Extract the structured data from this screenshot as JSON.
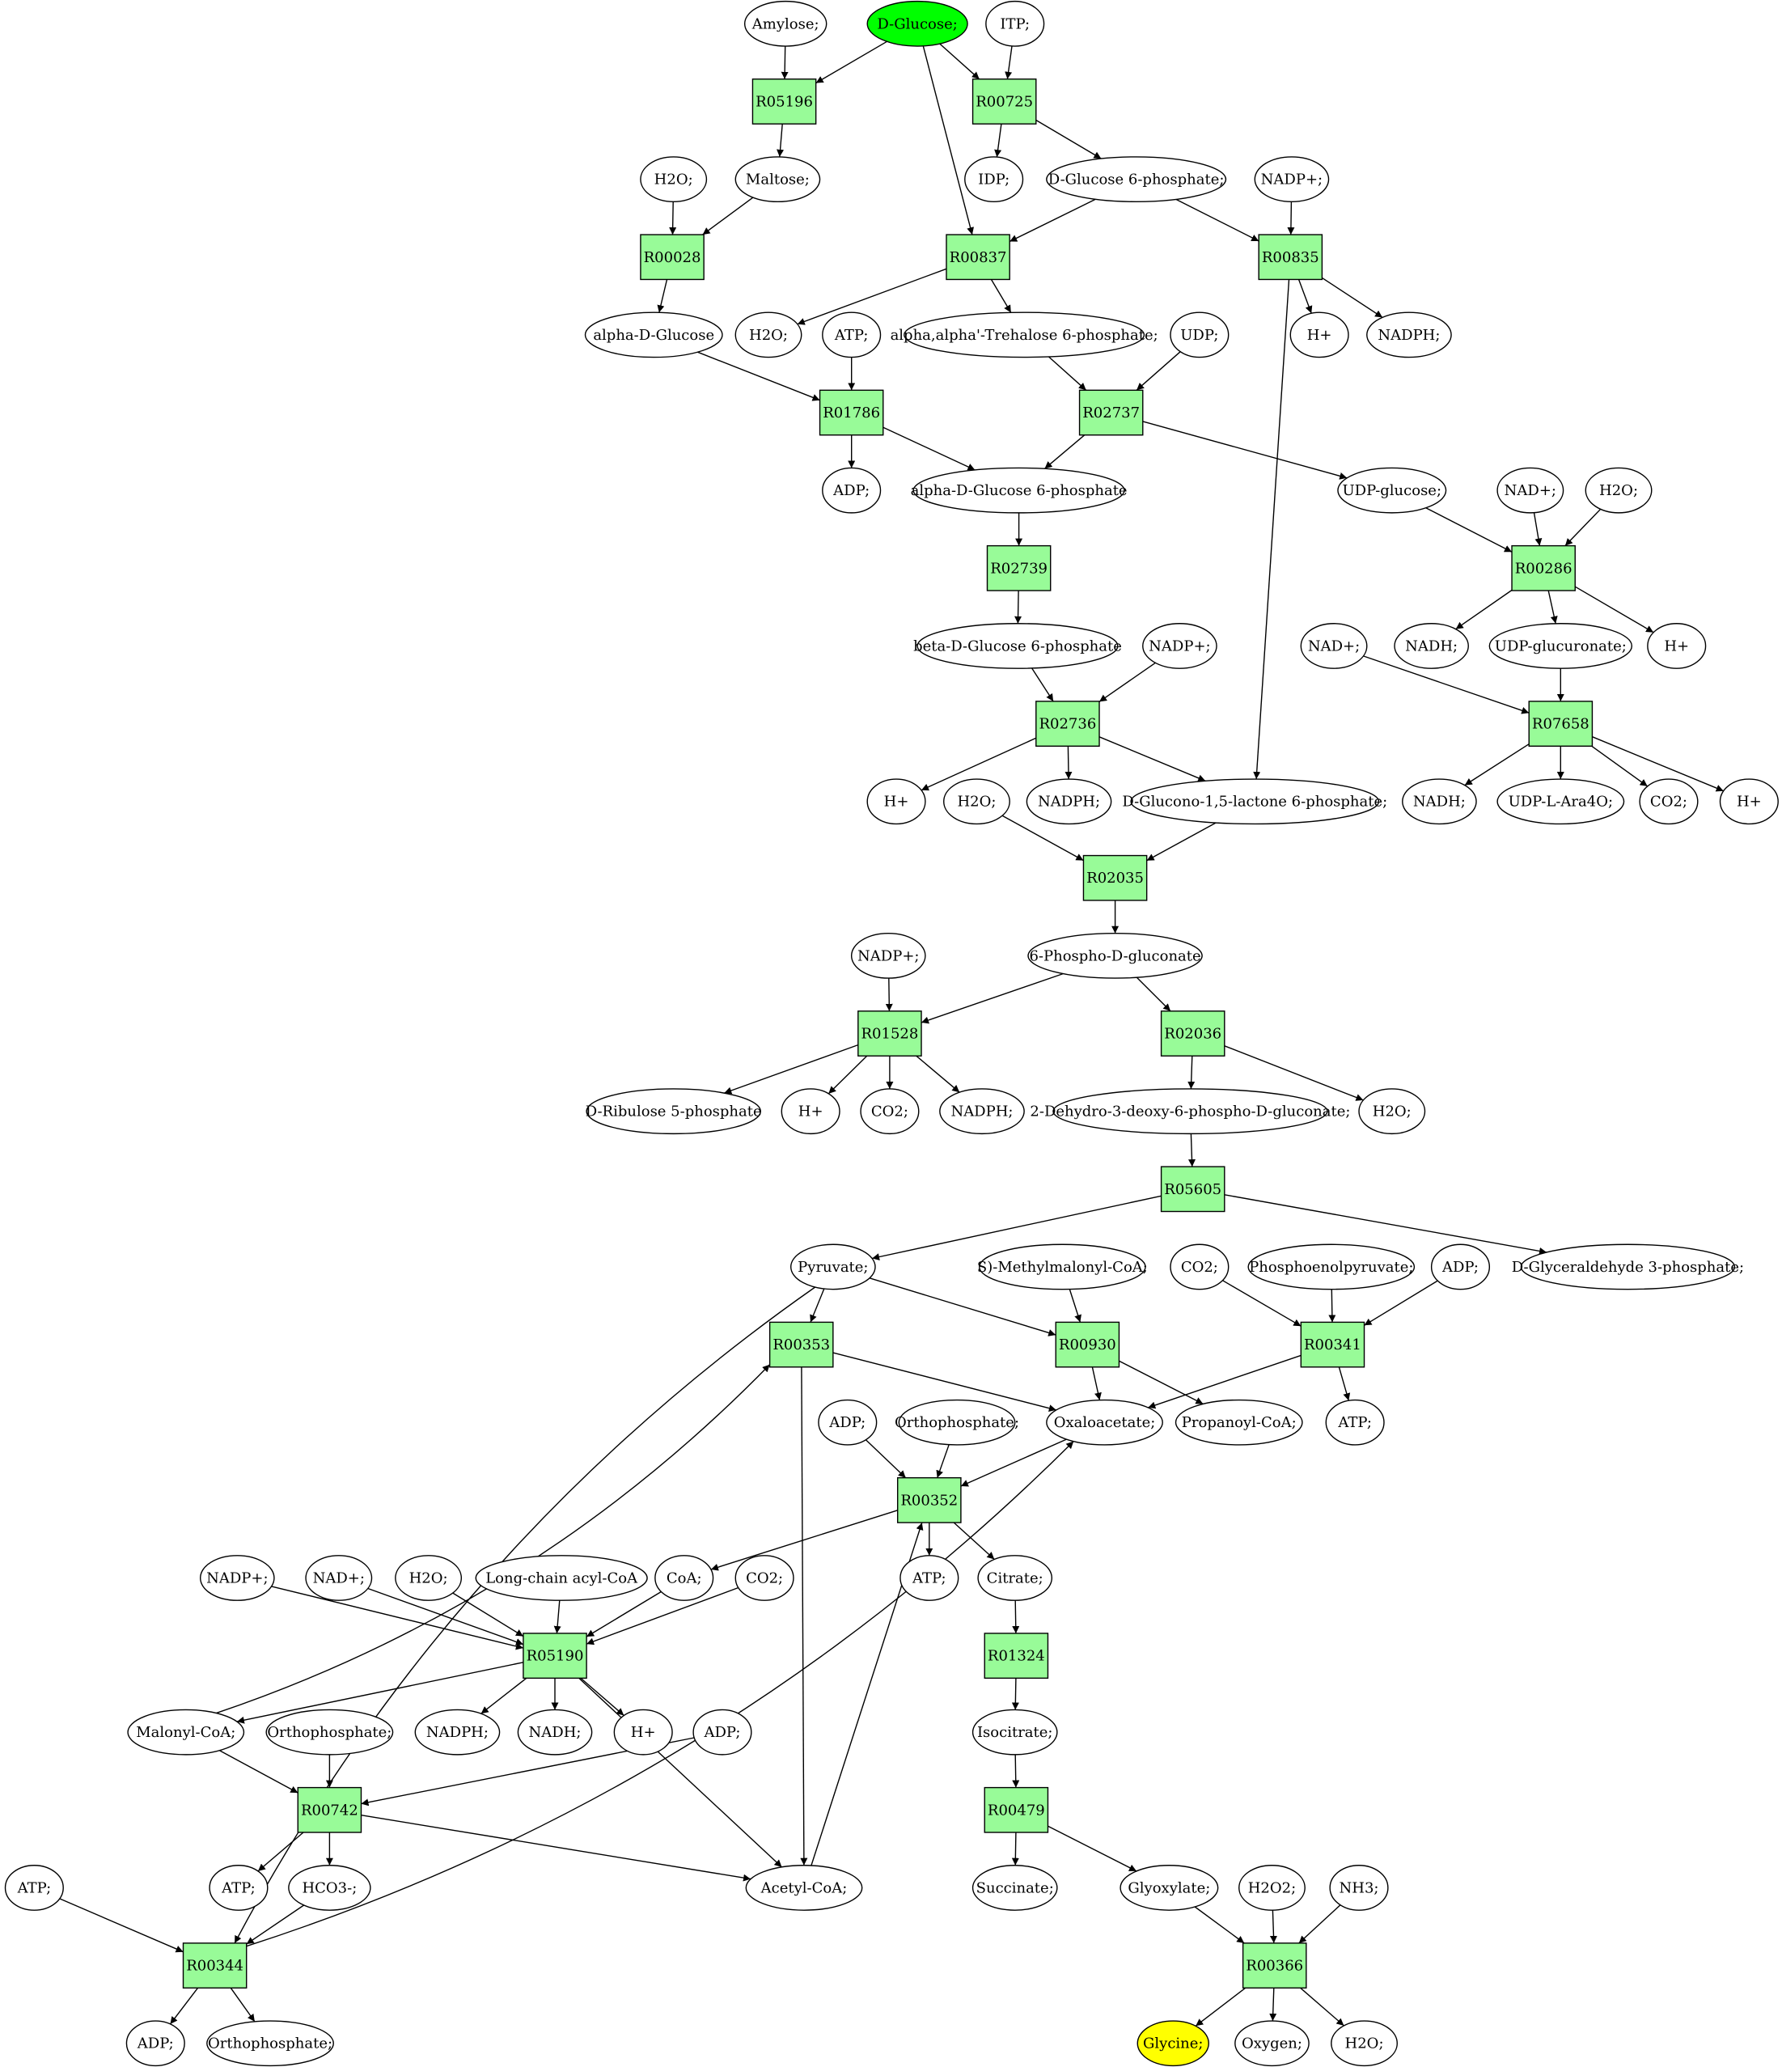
{
  "metabolites": [
    {
      "id": "amylose",
      "label": "Amylose;"
    },
    {
      "id": "dglucose",
      "label": "D-Glucose;",
      "fill": "#00ff00"
    },
    {
      "id": "itp",
      "label": "ITP;"
    },
    {
      "id": "idp",
      "label": "IDP;"
    },
    {
      "id": "g6p",
      "label": "D-Glucose 6-phosphate;"
    },
    {
      "id": "nadp1",
      "label": "NADP+;"
    },
    {
      "id": "h2o1",
      "label": "H2O;"
    },
    {
      "id": "maltose",
      "label": "Maltose;"
    },
    {
      "id": "adglc",
      "label": "alpha-D-Glucose"
    },
    {
      "id": "h2o2",
      "label": "H2O;"
    },
    {
      "id": "atp1",
      "label": "ATP;"
    },
    {
      "id": "tre6p",
      "label": "alpha,alpha'-Trehalose 6-phosphate;"
    },
    {
      "id": "udp",
      "label": "UDP;"
    },
    {
      "id": "hplus1",
      "label": "H+"
    },
    {
      "id": "nadph1",
      "label": "NADPH;"
    },
    {
      "id": "adp1",
      "label": "ADP;"
    },
    {
      "id": "adg6p",
      "label": "alpha-D-Glucose 6-phosphate"
    },
    {
      "id": "udpglc",
      "label": "UDP-glucose;"
    },
    {
      "id": "nad1",
      "label": "NAD+;"
    },
    {
      "id": "h2o3",
      "label": "H2O;"
    },
    {
      "id": "bdg6p",
      "label": "beta-D-Glucose 6-phosphate"
    },
    {
      "id": "nadp2",
      "label": "NADP+;"
    },
    {
      "id": "nadh1",
      "label": "NADH;"
    },
    {
      "id": "udpglcur",
      "label": "UDP-glucuronate;"
    },
    {
      "id": "hplus2",
      "label": "H+"
    },
    {
      "id": "nad2",
      "label": "NAD+;"
    },
    {
      "id": "hplus3",
      "label": "H+"
    },
    {
      "id": "h2o4",
      "label": "H2O;"
    },
    {
      "id": "nadph2",
      "label": "NADPH;"
    },
    {
      "id": "glclac",
      "label": "D-Glucono-1,5-lactone 6-phosphate;"
    },
    {
      "id": "nadh2",
      "label": "NADH;"
    },
    {
      "id": "udpara",
      "label": "UDP-L-Ara4O;"
    },
    {
      "id": "co2a",
      "label": "CO2;"
    },
    {
      "id": "hplus4",
      "label": "H+"
    },
    {
      "id": "pglc",
      "label": "6-Phospho-D-gluconate"
    },
    {
      "id": "nadp3",
      "label": "NADP+;"
    },
    {
      "id": "ru5p",
      "label": "D-Ribulose 5-phosphate"
    },
    {
      "id": "hplus5",
      "label": "H+"
    },
    {
      "id": "co2b",
      "label": "CO2;"
    },
    {
      "id": "nadph3",
      "label": "NADPH;"
    },
    {
      "id": "kdpg",
      "label": "2-Dehydro-3-deoxy-6-phospho-D-gluconate;"
    },
    {
      "id": "h2o5",
      "label": "H2O;"
    },
    {
      "id": "pyr",
      "label": "Pyruvate;"
    },
    {
      "id": "smmcoa",
      "label": "S)-Methylmalonyl-CoA;"
    },
    {
      "id": "co2c",
      "label": "CO2;"
    },
    {
      "id": "pep",
      "label": "Phosphoenolpyruvate;"
    },
    {
      "id": "adp2",
      "label": "ADP;"
    },
    {
      "id": "g3p",
      "label": "D-Glyceraldehyde 3-phosphate;"
    },
    {
      "id": "adp3",
      "label": "ADP;"
    },
    {
      "id": "pi1",
      "label": "Orthophosphate;"
    },
    {
      "id": "oaa",
      "label": "Oxaloacetate;"
    },
    {
      "id": "propcoa",
      "label": "Propanoyl-CoA;"
    },
    {
      "id": "atp2",
      "label": "ATP;"
    },
    {
      "id": "nadp4",
      "label": "NADP+;"
    },
    {
      "id": "nad3",
      "label": "NAD+;"
    },
    {
      "id": "h2o6",
      "label": "H2O;"
    },
    {
      "id": "lcacoa",
      "label": "Long-chain acyl-CoA"
    },
    {
      "id": "coa",
      "label": "CoA;"
    },
    {
      "id": "co2d",
      "label": "CO2;"
    },
    {
      "id": "atp3",
      "label": "ATP;"
    },
    {
      "id": "citrate",
      "label": "Citrate;"
    },
    {
      "id": "malcoa",
      "label": "Malonyl-CoA;"
    },
    {
      "id": "pi2",
      "label": "Orthophosphate;"
    },
    {
      "id": "nadph4",
      "label": "NADPH;"
    },
    {
      "id": "nadh3",
      "label": "NADH;"
    },
    {
      "id": "hplus6",
      "label": "H+"
    },
    {
      "id": "adp4",
      "label": "ADP;"
    },
    {
      "id": "isocit",
      "label": "Isocitrate;"
    },
    {
      "id": "atp4",
      "label": "ATP;"
    },
    {
      "id": "atp5",
      "label": "ATP;"
    },
    {
      "id": "hco3",
      "label": "HCO3-;"
    },
    {
      "id": "accoa",
      "label": "Acetyl-CoA;"
    },
    {
      "id": "succ",
      "label": "Succinate;"
    },
    {
      "id": "glyox",
      "label": "Glyoxylate;"
    },
    {
      "id": "h2o2b",
      "label": "H2O2;"
    },
    {
      "id": "nh3",
      "label": "NH3;"
    },
    {
      "id": "adp5",
      "label": "ADP;"
    },
    {
      "id": "pi3",
      "label": "Orthophosphate;"
    },
    {
      "id": "glycine",
      "label": "Glycine;",
      "fill": "#ffff00"
    },
    {
      "id": "oxygen",
      "label": "Oxygen;"
    },
    {
      "id": "h2o7",
      "label": "H2O;"
    }
  ],
  "reactions": [
    {
      "id": "R05196",
      "label": "R05196"
    },
    {
      "id": "R00725",
      "label": "R00725"
    },
    {
      "id": "R00028",
      "label": "R00028"
    },
    {
      "id": "R00837",
      "label": "R00837"
    },
    {
      "id": "R00835",
      "label": "R00835"
    },
    {
      "id": "R01786",
      "label": "R01786"
    },
    {
      "id": "R02737",
      "label": "R02737"
    },
    {
      "id": "R02739",
      "label": "R02739"
    },
    {
      "id": "R00286",
      "label": "R00286"
    },
    {
      "id": "R02736",
      "label": "R02736"
    },
    {
      "id": "R07658",
      "label": "R07658"
    },
    {
      "id": "R02035",
      "label": "R02035"
    },
    {
      "id": "R01528",
      "label": "R01528"
    },
    {
      "id": "R02036",
      "label": "R02036"
    },
    {
      "id": "R05605",
      "label": "R05605"
    },
    {
      "id": "R00353",
      "label": "R00353"
    },
    {
      "id": "R00930",
      "label": "R00930"
    },
    {
      "id": "R00341",
      "label": "R00341"
    },
    {
      "id": "R00352",
      "label": "R00352"
    },
    {
      "id": "R05190",
      "label": "R05190"
    },
    {
      "id": "R01324",
      "label": "R01324"
    },
    {
      "id": "R00742",
      "label": "R00742"
    },
    {
      "id": "R00479",
      "label": "R00479"
    },
    {
      "id": "R00344",
      "label": "R00344"
    },
    {
      "id": "R00366",
      "label": "R00366"
    }
  ],
  "edges": [
    [
      "amylose",
      "R05196"
    ],
    [
      "dglucose",
      "R05196"
    ],
    [
      "dglucose",
      "R00725"
    ],
    [
      "itp",
      "R00725"
    ],
    [
      "dglucose",
      "R00837"
    ],
    [
      "R05196",
      "maltose"
    ],
    [
      "R00725",
      "idp"
    ],
    [
      "R00725",
      "g6p"
    ],
    [
      "h2o1",
      "R00028"
    ],
    [
      "maltose",
      "R00028"
    ],
    [
      "R00028",
      "adglc"
    ],
    [
      "g6p",
      "R00837"
    ],
    [
      "g6p",
      "R00835"
    ],
    [
      "nadp1",
      "R00835"
    ],
    [
      "R00837",
      "h2o2"
    ],
    [
      "R00837",
      "tre6p"
    ],
    [
      "R00835",
      "hplus1"
    ],
    [
      "R00835",
      "nadph1"
    ],
    [
      "R00835",
      "glclac"
    ],
    [
      "adglc",
      "R01786"
    ],
    [
      "atp1",
      "R01786"
    ],
    [
      "R01786",
      "adp1"
    ],
    [
      "R01786",
      "adg6p"
    ],
    [
      "tre6p",
      "R02737"
    ],
    [
      "udp",
      "R02737"
    ],
    [
      "R02737",
      "adg6p"
    ],
    [
      "R02737",
      "udpglc"
    ],
    [
      "adg6p",
      "R02739"
    ],
    [
      "R02739",
      "bdg6p"
    ],
    [
      "udpglc",
      "R00286"
    ],
    [
      "nad1",
      "R00286"
    ],
    [
      "h2o3",
      "R00286"
    ],
    [
      "R00286",
      "nadh1"
    ],
    [
      "R00286",
      "udpglcur"
    ],
    [
      "R00286",
      "hplus2"
    ],
    [
      "bdg6p",
      "R02736"
    ],
    [
      "nadp2",
      "R02736"
    ],
    [
      "R02736",
      "hplus3"
    ],
    [
      "R02736",
      "nadph2"
    ],
    [
      "R02736",
      "glclac"
    ],
    [
      "nad2",
      "R07658"
    ],
    [
      "udpglcur",
      "R07658"
    ],
    [
      "R07658",
      "nadh2"
    ],
    [
      "R07658",
      "udpara"
    ],
    [
      "R07658",
      "co2a"
    ],
    [
      "R07658",
      "hplus4"
    ],
    [
      "h2o4",
      "R02035"
    ],
    [
      "glclac",
      "R02035"
    ],
    [
      "R02035",
      "pglc"
    ],
    [
      "nadp3",
      "R01528"
    ],
    [
      "pglc",
      "R01528"
    ],
    [
      "pglc",
      "R02036"
    ],
    [
      "R01528",
      "ru5p"
    ],
    [
      "R01528",
      "hplus5"
    ],
    [
      "R01528",
      "co2b"
    ],
    [
      "R01528",
      "nadph3"
    ],
    [
      "R02036",
      "kdpg"
    ],
    [
      "R02036",
      "h2o5"
    ],
    [
      "kdpg",
      "R05605"
    ],
    [
      "R05605",
      "pyr"
    ],
    [
      "R05605",
      "g3p"
    ],
    [
      "pyr",
      "R00353"
    ],
    [
      "pyr",
      "R00930"
    ],
    [
      "smmcoa",
      "R00930"
    ],
    [
      "co2c",
      "R00341"
    ],
    [
      "pep",
      "R00341"
    ],
    [
      "adp2",
      "R00341"
    ],
    [
      "R00353",
      "oaa"
    ],
    [
      "R00353",
      "accoa"
    ],
    [
      "R00930",
      "oaa"
    ],
    [
      "R00930",
      "propcoa"
    ],
    [
      "R00341",
      "oaa"
    ],
    [
      "R00341",
      "atp2"
    ],
    [
      "adp3",
      "R00352"
    ],
    [
      "pi1",
      "R00352"
    ],
    [
      "oaa",
      "R00352"
    ],
    [
      "R00352",
      "coa"
    ],
    [
      "R00352",
      "atp3"
    ],
    [
      "R00352",
      "citrate"
    ],
    [
      "nadp4",
      "R05190"
    ],
    [
      "nad3",
      "R05190"
    ],
    [
      "h2o6",
      "R05190"
    ],
    [
      "lcacoa",
      "R05190"
    ],
    [
      "coa",
      "R05190"
    ],
    [
      "co2d",
      "R05190"
    ],
    [
      "R05190",
      "malcoa"
    ],
    [
      "R05190",
      "nadph4"
    ],
    [
      "R05190",
      "nadh3"
    ],
    [
      "R05190",
      "hplus6"
    ],
    [
      "R05190",
      "accoa"
    ],
    [
      "malcoa",
      "R00353"
    ],
    [
      "accoa",
      "R00352"
    ],
    [
      "citrate",
      "R01324"
    ],
    [
      "R01324",
      "isocit"
    ],
    [
      "malcoa",
      "R00742"
    ],
    [
      "pi2",
      "R00742"
    ],
    [
      "adp4",
      "R00742"
    ],
    [
      "R00742",
      "atp4"
    ],
    [
      "R00742",
      "hco3"
    ],
    [
      "R00742",
      "accoa"
    ],
    [
      "isocit",
      "R00479"
    ],
    [
      "R00479",
      "succ"
    ],
    [
      "R00479",
      "glyox"
    ],
    [
      "pyr",
      "R00344"
    ],
    [
      "atp5",
      "R00344"
    ],
    [
      "hco3",
      "R00344"
    ],
    [
      "R00344",
      "adp5"
    ],
    [
      "R00344",
      "pi3"
    ],
    [
      "R00344",
      "oaa"
    ],
    [
      "glyox",
      "R00366"
    ],
    [
      "h2o2b",
      "R00366"
    ],
    [
      "nh3",
      "R00366"
    ],
    [
      "R00366",
      "glycine"
    ],
    [
      "R00366",
      "oxygen"
    ],
    [
      "R00366",
      "h2o7"
    ]
  ],
  "styles": {
    "reaction_fill": "#98fb98",
    "metabolite_fill": "#ffffff",
    "stroke": "#000000"
  }
}
